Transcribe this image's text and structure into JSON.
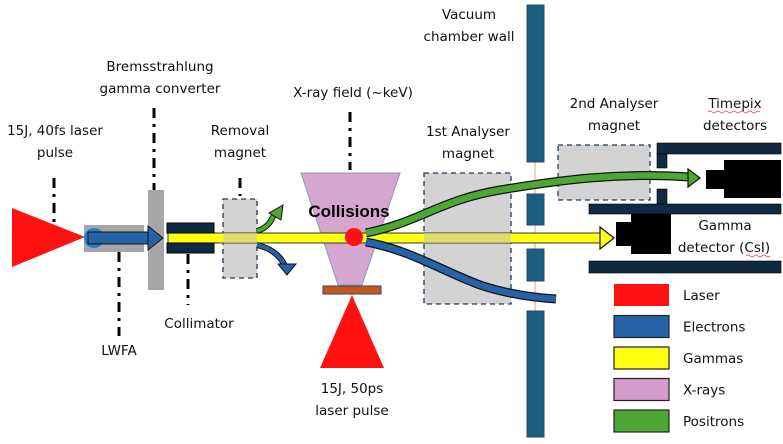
{
  "labels": {
    "laser_pulse_1": [
      "15J, 40fs laser",
      "pulse"
    ],
    "bremsstrahlung": [
      "Bremsstrahlung",
      "gamma converter"
    ],
    "removal_magnet": [
      "Removal",
      "magnet"
    ],
    "xray_field": "X-ray field (~keV)",
    "vacuum_wall": [
      "Vacuum",
      "chamber wall"
    ],
    "analyser_1": [
      "1st Analyser",
      "magnet"
    ],
    "analyser_2": [
      "2nd Analyser",
      "magnet"
    ],
    "timepix": [
      "Timepix",
      "detectors"
    ],
    "gamma_detector": [
      "Gamma",
      "detector (CsI)"
    ],
    "collisions": "Collisions",
    "lwfa": "LWFA",
    "collimator": "Collimator",
    "laser_pulse_2": [
      "15J, 50ps",
      "laser pulse"
    ]
  },
  "legend": [
    {
      "label": "Laser",
      "color": "#ff1111"
    },
    {
      "label": "Electrons",
      "color": "#2563a6"
    },
    {
      "label": "Gammas",
      "color": "#ffff11"
    },
    {
      "label": "X-rays",
      "color": "#d49ccc"
    },
    {
      "label": "Positrons",
      "color": "#4ca832"
    }
  ],
  "colors": {
    "laser": "#ff1111",
    "electrons": "#2563a6",
    "gammas": "#ffff11",
    "xrays": "#d4a6d0",
    "positrons": "#4ca832",
    "wall": "#1b5e80",
    "detector_housing": "#0f2a42",
    "converter": "#a6a6a6",
    "magnet": "#d3d3d3"
  }
}
